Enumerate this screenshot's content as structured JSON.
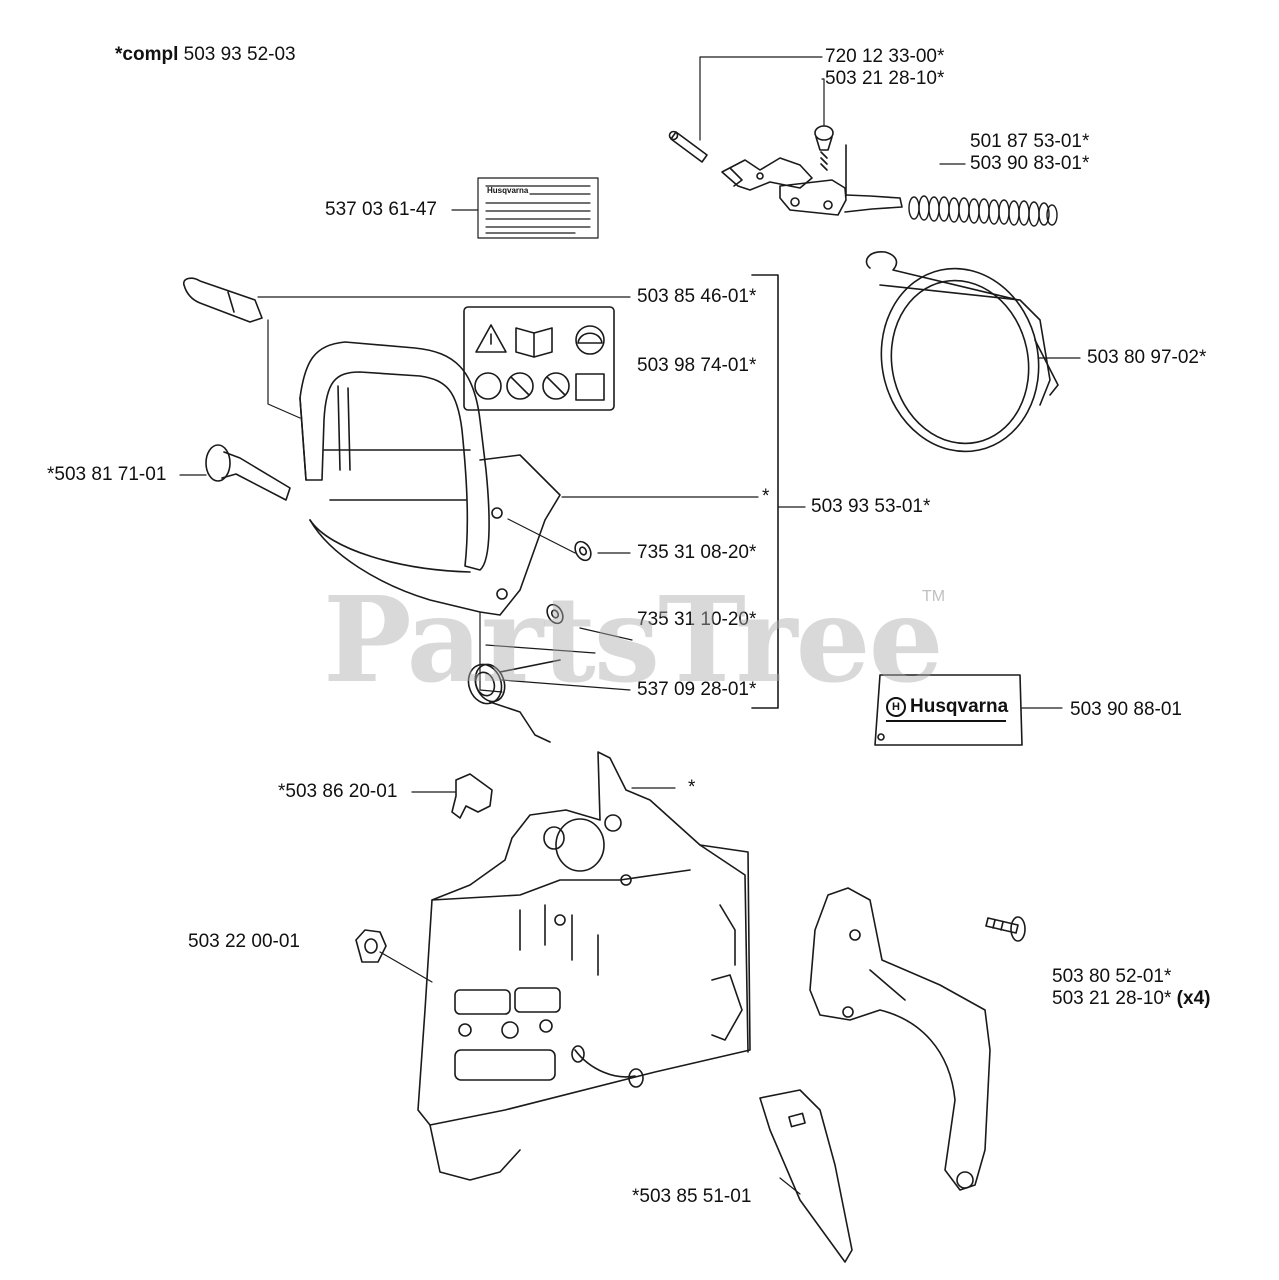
{
  "header": {
    "compl_prefix": "*compl",
    "compl_number": "503 93 52-03"
  },
  "watermark": {
    "text": "PartsTree",
    "mark": "TM"
  },
  "labels": {
    "p720_12_33_00": "720 12 33-00*",
    "p503_21_28_10_top": "503 21 28-10*",
    "p501_87_53_01": "501 87 53-01*",
    "p503_90_83_01": "503 90 83-01*",
    "p537_03_61_47": "537 03 61-47",
    "p503_85_46_01": "503 85 46-01*",
    "p503_98_74_01": "503 98 74-01*",
    "p503_80_97_02": "503 80 97-02*",
    "p503_81_71_01": "*503 81 71-01",
    "star_mid": "*",
    "p503_93_53_01": "503 93 53-01*",
    "p735_31_08_20": "735 31 08-20*",
    "p735_31_10_20": "735 31 10-20*",
    "p537_09_28_01": "537 09 28-01*",
    "p503_90_88_01": "503 90 88-01",
    "p503_86_20_01": "*503 86 20-01",
    "star_low": "*",
    "p503_22_00_01": "503 22 00-01",
    "p503_80_52_01": "503 80 52-01*",
    "p503_21_28_10_x4": "503 21 28-10*",
    "x4_suffix": "(x4)",
    "p503_85_51_01": "*503 85 51-01"
  },
  "decal": {
    "brand": "Husqvarna"
  },
  "colors": {
    "line": "#1a1a1a",
    "watermark": "#aaaaaa"
  },
  "icons": [
    "warning-triangle-icon",
    "manual-book-icon",
    "helmet-icon",
    "no-one-hand-icon",
    "no-kickback-icon",
    "no-tip-icon",
    "protective-gear-icon"
  ]
}
